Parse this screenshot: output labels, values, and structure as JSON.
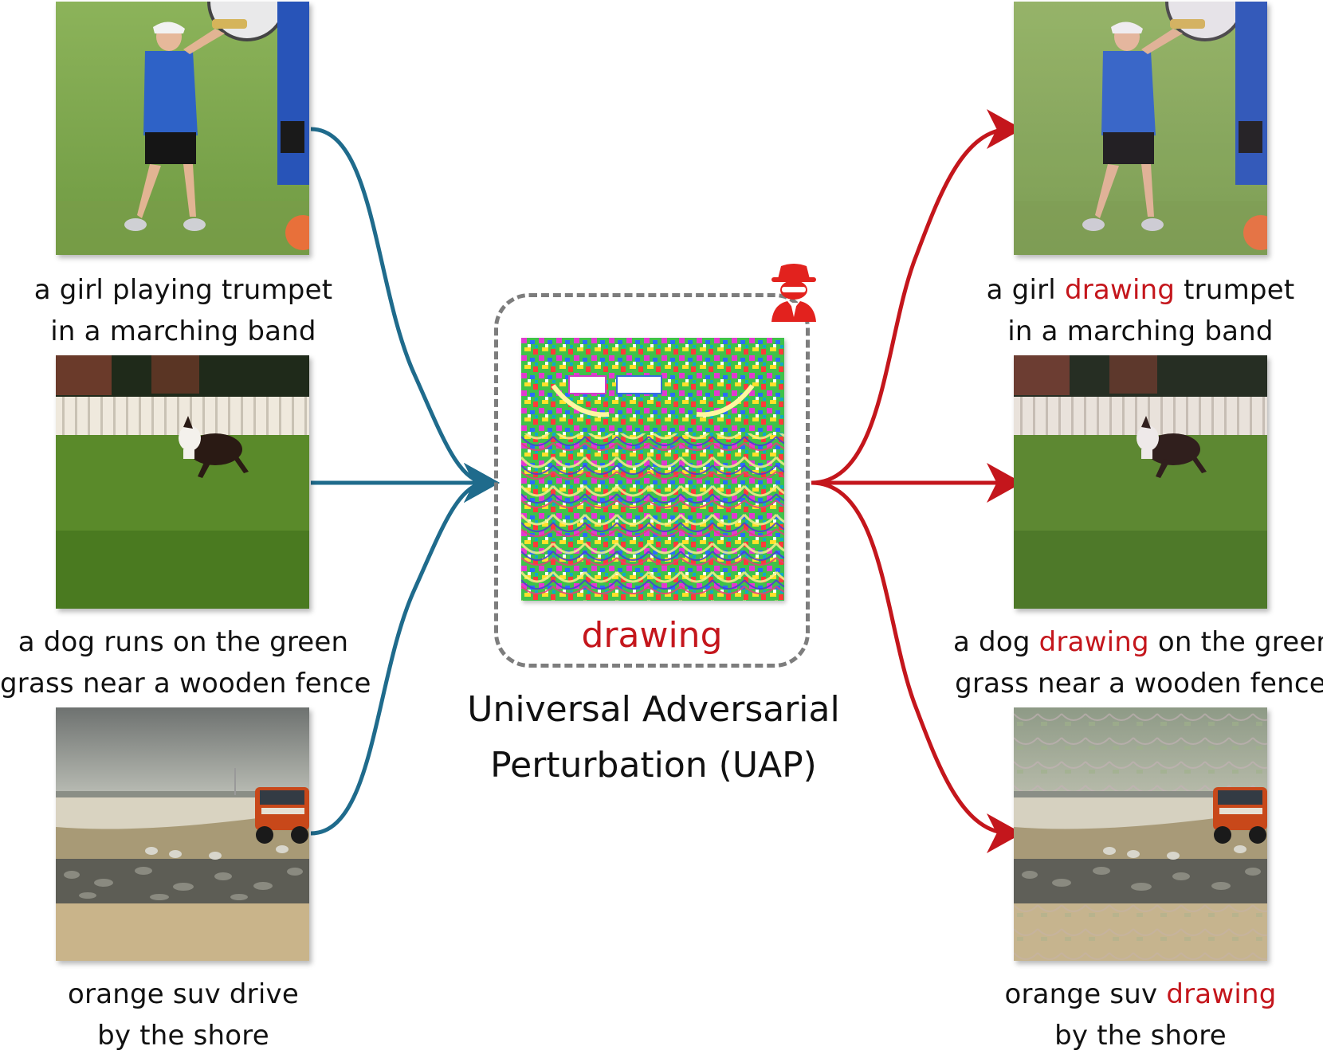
{
  "colors": {
    "input_arrow": "#1f6b8c",
    "output_arrow": "#c4161c",
    "highlight": "#c4161c",
    "dashed_box": "#7d7d7d"
  },
  "left": [
    {
      "line1": "a girl playing trumpet",
      "line2": "in a marching band"
    },
    {
      "line1": "a dog runs on the green",
      "line2": "grass near a wooden fence"
    },
    {
      "line1": "orange suv drive",
      "line2": "by the shore"
    }
  ],
  "right": [
    {
      "l1_pre": "a girl ",
      "l1_hl": "drawing",
      "l1_post": " trumpet",
      "line2": "in a marching band"
    },
    {
      "l1_pre": "a dog ",
      "l1_hl": "drawing",
      "l1_post": " on the green",
      "line2": "grass near a wooden fence"
    },
    {
      "l1_pre": "orange suv ",
      "l1_hl": "drawing",
      "l1_post": "",
      "line2": "by the shore"
    }
  ],
  "center": {
    "target_word": "drawing",
    "title_line1": "Universal Adversarial",
    "title_line2": "Perturbation (UAP)",
    "attacker_icon": "spy-icon"
  }
}
